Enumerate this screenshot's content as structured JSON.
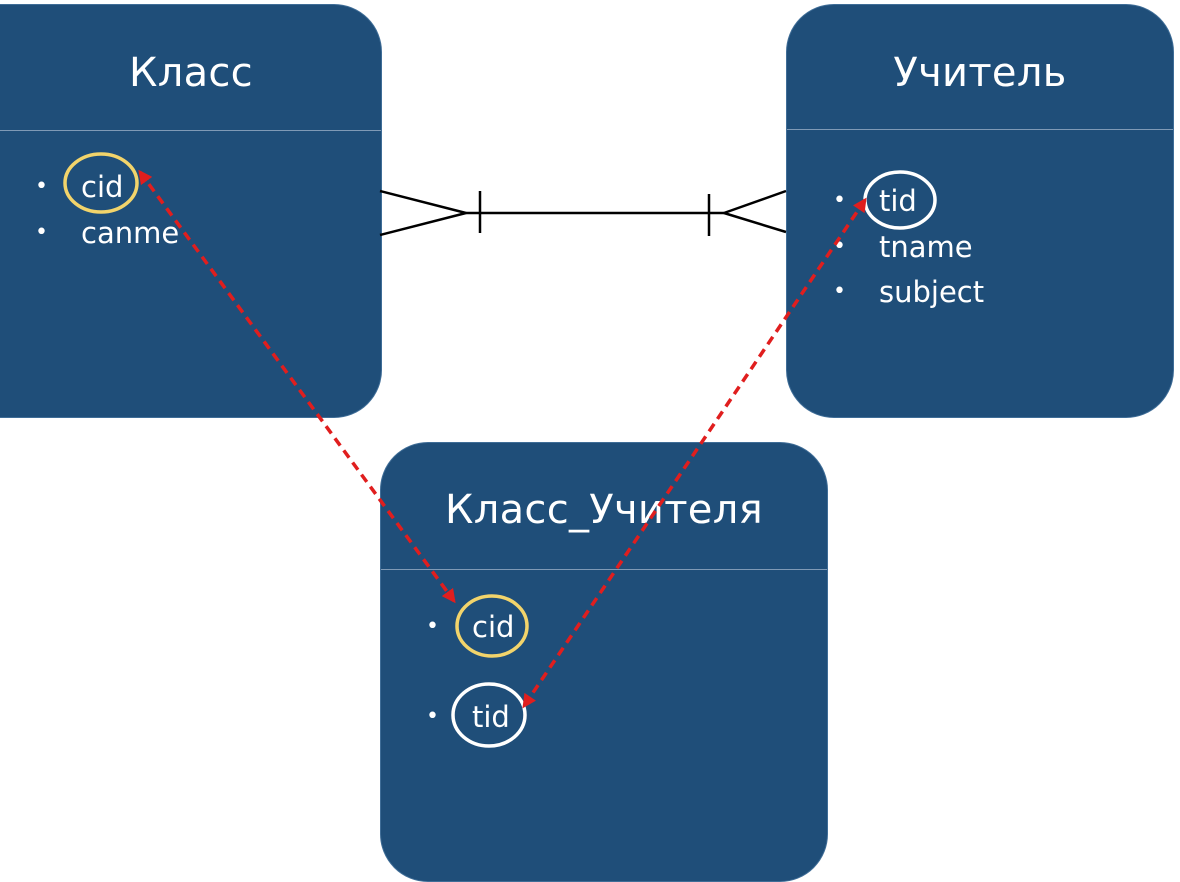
{
  "entities": {
    "klass": {
      "title": "Класс",
      "fields": [
        "cid",
        "canme"
      ]
    },
    "uchitel": {
      "title": "Учитель",
      "fields": [
        "tid",
        "tname",
        "subject"
      ]
    },
    "klass_uchitelya": {
      "title": "Класс_Учителя",
      "fields": [
        "cid",
        "tid"
      ]
    }
  },
  "colors": {
    "entity_fill": "#1f4e79",
    "cid_highlight": "#f2d46b",
    "tid_highlight": "#ffffff",
    "foreign_key_link": "#e01e1e",
    "relationship_line": "#000000"
  }
}
